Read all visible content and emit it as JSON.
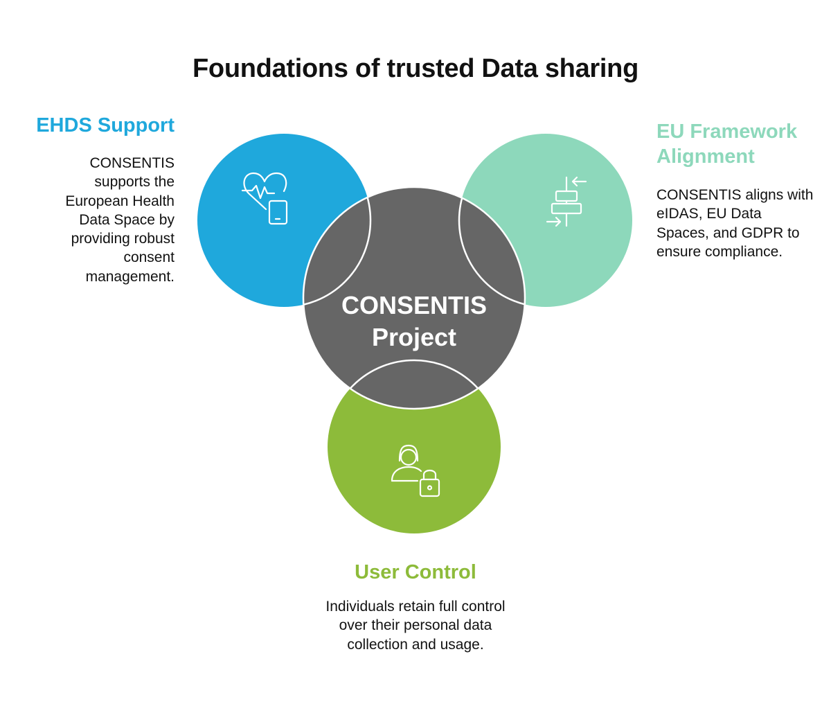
{
  "title": "Foundations of trusted Data sharing",
  "center": {
    "line1": "CONSENTIS",
    "line2": "Project",
    "color": "#666666"
  },
  "pillars": {
    "ehds": {
      "heading": "EHDS Support",
      "description": "CONSENTIS supports the European Health Data Space by providing robust consent management.",
      "color": "#1fa8dc",
      "icon": "heart-tablet-icon"
    },
    "eu": {
      "heading": "EU Framework Alignment",
      "description": "CONSENTIS aligns with eIDAS, EU Data Spaces, and GDPR to ensure compliance.",
      "color": "#8dd8bb",
      "icon": "align-arrows-icon"
    },
    "user": {
      "heading": "User Control",
      "description": "Individuals retain full control over their personal data collection and usage.",
      "color": "#8dbb3a",
      "icon": "user-lock-icon"
    }
  }
}
